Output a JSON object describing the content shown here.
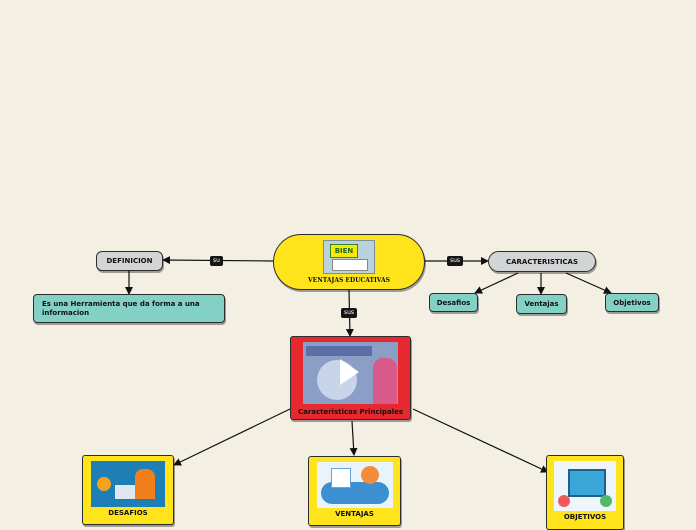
{
  "root": {
    "title": "VENTAJAS EDUCATIVAS",
    "image_text": "BIEN"
  },
  "connectors": {
    "left": "su",
    "right": "sus",
    "down": "sus"
  },
  "definicion": {
    "title": "DEFINICION",
    "text": "Es una Herramienta que da forma a una informacion"
  },
  "caracteristicas": {
    "title": "CARACTERISTICAS",
    "children": [
      "Desafios",
      "Ventajas",
      "Objetivos"
    ]
  },
  "principal": {
    "title": "Caracteristicas Principales"
  },
  "bottom": [
    "DESAFIOS",
    "VENTAJAS",
    "OBJETIVOS"
  ],
  "colors": {
    "background": "#f4efe3",
    "yellow": "#ffe41c",
    "red": "#e8282f",
    "gray": "#d3d4d6",
    "teal": "#82d1c4"
  }
}
